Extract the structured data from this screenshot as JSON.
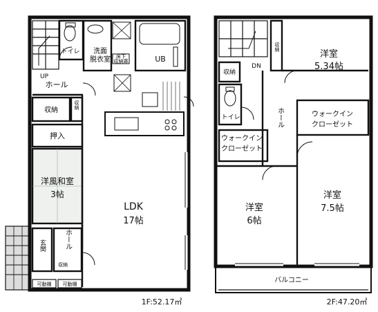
{
  "floor1": {
    "rooms": {
      "toilet": "トイレ",
      "washroom_line1": "洗面",
      "washroom_line2": "脱衣室",
      "underfloor_line1": "床下",
      "underfloor_line2": "収納庫",
      "bath": "UB",
      "up": "UP",
      "hall": "ホール",
      "storage": "収納",
      "storage_small": "収納",
      "oshiire": "押入",
      "washitsu_name": "洋風和室",
      "washitsu_size": "3帖",
      "ldk_name": "LDK",
      "ldk_size": "17帖",
      "genkan": "玄関",
      "entrance_hall": "ホール",
      "entrance_storage": "収納",
      "movable_shelf_1": "可動棚",
      "movable_shelf_2": "可動棚"
    },
    "area_label": "1F:52.17㎡"
  },
  "floor2": {
    "rooms": {
      "storage_vertical": "収納",
      "dn": "DN",
      "west_bedroom_name": "洋室",
      "west_bedroom_size": "5.34帖",
      "storage": "収納",
      "toilet": "トイレ",
      "hall": "ホール",
      "walkin_right_line1": "ウォークイン",
      "walkin_right_line2": "クローゼット",
      "walkin_left_line1": "ウォークイン",
      "walkin_left_line2": "クローゼット",
      "bedroom_6_name": "洋室",
      "bedroom_6_size": "6帖",
      "bedroom_75_name": "洋室",
      "bedroom_75_size": "7.5帖",
      "balcony": "バルコニー"
    },
    "area_label": "2F:47.20㎡"
  }
}
